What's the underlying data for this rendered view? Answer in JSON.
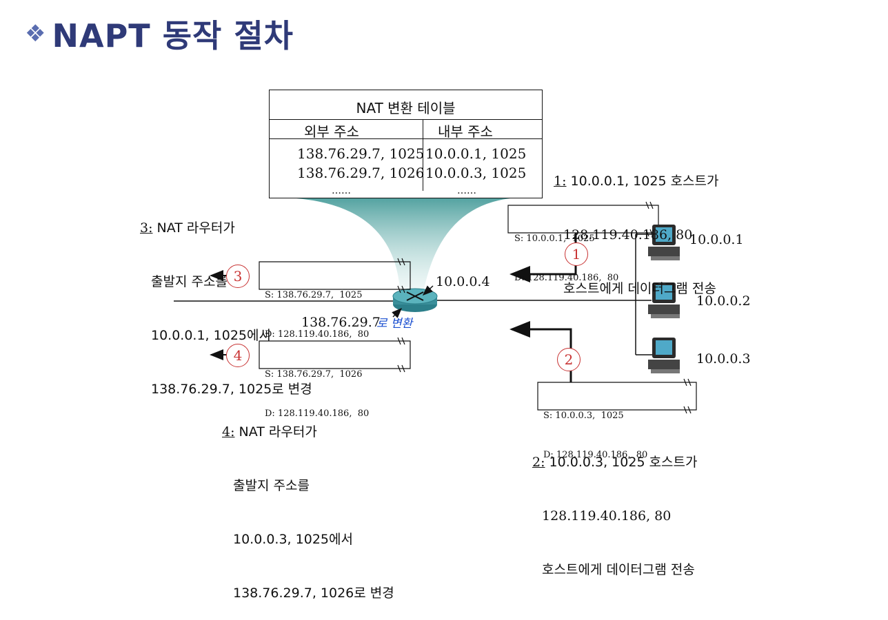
{
  "title": "NAPT 동작 절차",
  "title_icon": "diamond-bullet-icon",
  "table": {
    "caption": "NAT 변환 테이블",
    "headers": [
      "외부 주소",
      "내부 주소"
    ],
    "rows": [
      [
        "138.76.29.7, 1025",
        "10.0.0.1, 1025"
      ],
      [
        "138.76.29.7, 1026",
        "10.0.0.3, 1025"
      ]
    ],
    "ellipsis": "……"
  },
  "step1": {
    "num": "1:",
    "lines": [
      "10.0.0.1, 1025 호스트가",
      "128.119.40.186, 80",
      "호스트에게 데이터그램 전송"
    ]
  },
  "step2": {
    "num": "2:",
    "lines": [
      "10.0.0.3, 1025 호스트가",
      "128.119.40.186, 80",
      "호스트에게 데이터그램 전송"
    ]
  },
  "step3": {
    "num": "3:",
    "lines": [
      "NAT 라우터가",
      "출발지 주소를",
      "10.0.0.1, 1025에서",
      "138.76.29.7, 1025로 변경"
    ]
  },
  "step4": {
    "num": "4:",
    "lines": [
      "NAT 라우터가",
      "출발지 주소를",
      "10.0.0.3, 1025에서",
      "138.76.29.7, 1026로 변경"
    ]
  },
  "packets": {
    "p1": {
      "src": "S: 10.0.0.1,  1025",
      "dst": "D: 128.119.40.186,  80"
    },
    "p2": {
      "src": "S: 10.0.0.3,  1025",
      "dst": "D: 128.119.40.186,  80"
    },
    "p3": {
      "src": "S: 138.76.29.7,  1025",
      "dst": "D: 128.119.40.186,  80"
    },
    "p4": {
      "src": "S: 138.76.29.7,  1026",
      "dst": "D: 128.119.40.186,  80"
    }
  },
  "circles": [
    "1",
    "2",
    "3",
    "4"
  ],
  "hosts": [
    "10.0.0.1",
    "10.0.0.2",
    "10.0.0.3"
  ],
  "router": {
    "inside_ip": "10.0.0.4",
    "outside_ip": "138.76.29.7",
    "handwritten_note": "로 변환"
  },
  "colors": {
    "title": "#2f3a78",
    "circle": "#c83232",
    "funnel": "#5fa7a3",
    "router": "#3a8f9a",
    "handwriting": "#1a4fd0"
  }
}
